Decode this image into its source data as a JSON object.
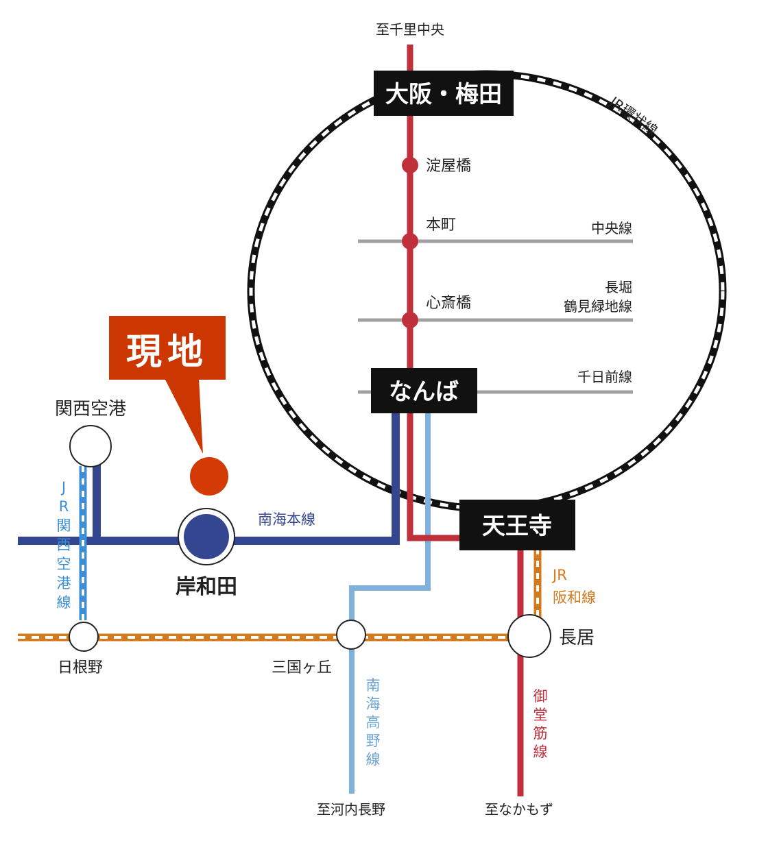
{
  "colors": {
    "midosuji": "#c0303b",
    "nankai_main": "#354690",
    "nankai_koya": "#7fb1dd",
    "jr_kansai_airport": "#3c8fd7",
    "jr_hanwa": "#d27a1c",
    "jr_loop": "#111111",
    "subway_cross": "#a0a0a0",
    "hub_box": "#111111",
    "current_location": "#d43a05",
    "station_circle_stroke": "#222222"
  },
  "callout": {
    "label": "現地"
  },
  "hubs": {
    "umeda": "大阪・梅田",
    "namba": "なんば",
    "tennoji": "天王寺"
  },
  "stations": {
    "yodoyabashi": "淀屋橋",
    "honmachi": "本町",
    "shinsaibashi": "心斎橋",
    "kansai_airport": "関西空港",
    "kishiwada": "岸和田",
    "hineno": "日根野",
    "mikunigaoka": "三国ヶ丘",
    "nagai": "長居"
  },
  "destinations": {
    "senri_chuo": "至千里中央",
    "kawachinagano": "至河内長野",
    "nakamozu": "至なかもず"
  },
  "lines": {
    "jr_loop": "JR環状線",
    "chuo": "中央線",
    "nagahori_line1": "長堀",
    "nagahori_line2": "鶴見緑地線",
    "sennichimae": "千日前線",
    "nankai_main": "南海本線",
    "jr_kansai_airport": [
      "J",
      "R",
      "関",
      "西",
      "空",
      "港",
      "線"
    ],
    "jr_hanwa_line1": "JR",
    "jr_hanwa_line2": "阪和線",
    "nankai_koya": [
      "南",
      "海",
      "高",
      "野",
      "線"
    ],
    "midosuji": [
      "御",
      "堂",
      "筋",
      "線"
    ]
  }
}
